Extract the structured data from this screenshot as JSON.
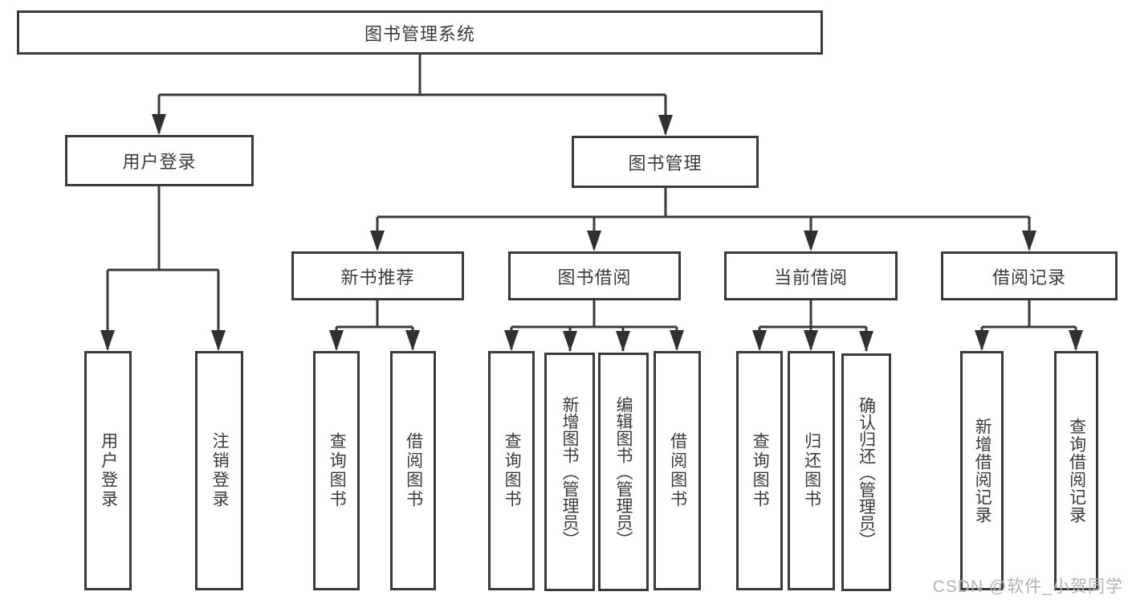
{
  "diagram_title": "图书管理系统",
  "watermark": "CSDN @软件_小贺同学",
  "colors": {
    "line": "#3a3a3a",
    "box_border": "#3a3a3a",
    "text": "#3b3b3b",
    "watermark": "#b3b3b3",
    "background": "#ffffff"
  },
  "tree": {
    "root": {
      "label": "图书管理系统",
      "children": [
        {
          "label": "用户登录",
          "children": [
            {
              "label": "用户登录"
            },
            {
              "label": "注销登录"
            }
          ]
        },
        {
          "label": "图书管理",
          "children": [
            {
              "label": "新书推荐",
              "children": [
                {
                  "label": "查询图书"
                },
                {
                  "label": "借阅图书"
                }
              ]
            },
            {
              "label": "图书借阅",
              "children": [
                {
                  "label": "查询图书"
                },
                {
                  "label": "新增图书（管理员）"
                },
                {
                  "label": "编辑图书（管理员）"
                },
                {
                  "label": "借阅图书"
                }
              ]
            },
            {
              "label": "当前借阅",
              "children": [
                {
                  "label": "查询图书"
                },
                {
                  "label": "归还图书"
                },
                {
                  "label": "确认归还（管理员）"
                }
              ]
            },
            {
              "label": "借阅记录",
              "children": [
                {
                  "label": "新增借阅记录"
                },
                {
                  "label": "查询借阅记录"
                }
              ]
            }
          ]
        }
      ]
    }
  }
}
